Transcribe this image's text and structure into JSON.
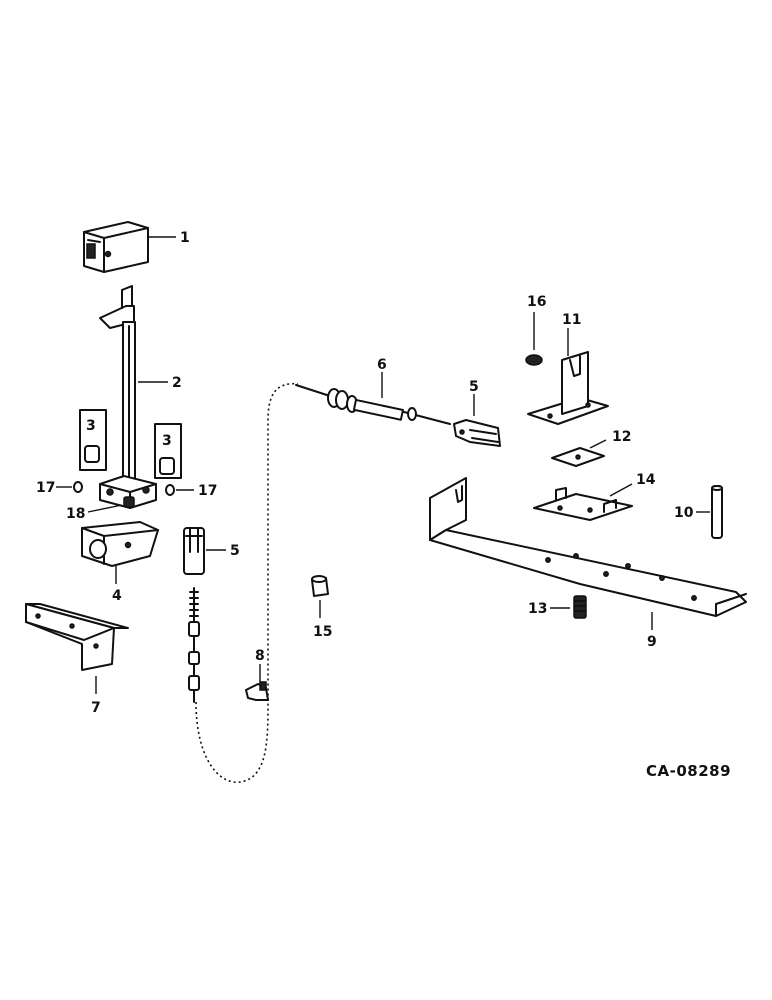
{
  "callouts": {
    "c1": "1",
    "c2": "2",
    "c3a": "3",
    "c3b": "3",
    "c4": "4",
    "c5a": "5",
    "c5b": "5",
    "c6": "6",
    "c7": "7",
    "c8": "8",
    "c9": "9",
    "c10": "10",
    "c11": "11",
    "c12": "12",
    "c13": "13",
    "c14": "14",
    "c15": "15",
    "c16": "16",
    "c17a": "17",
    "c17b": "17",
    "c18": "18"
  },
  "reference_code": "CA-08289"
}
